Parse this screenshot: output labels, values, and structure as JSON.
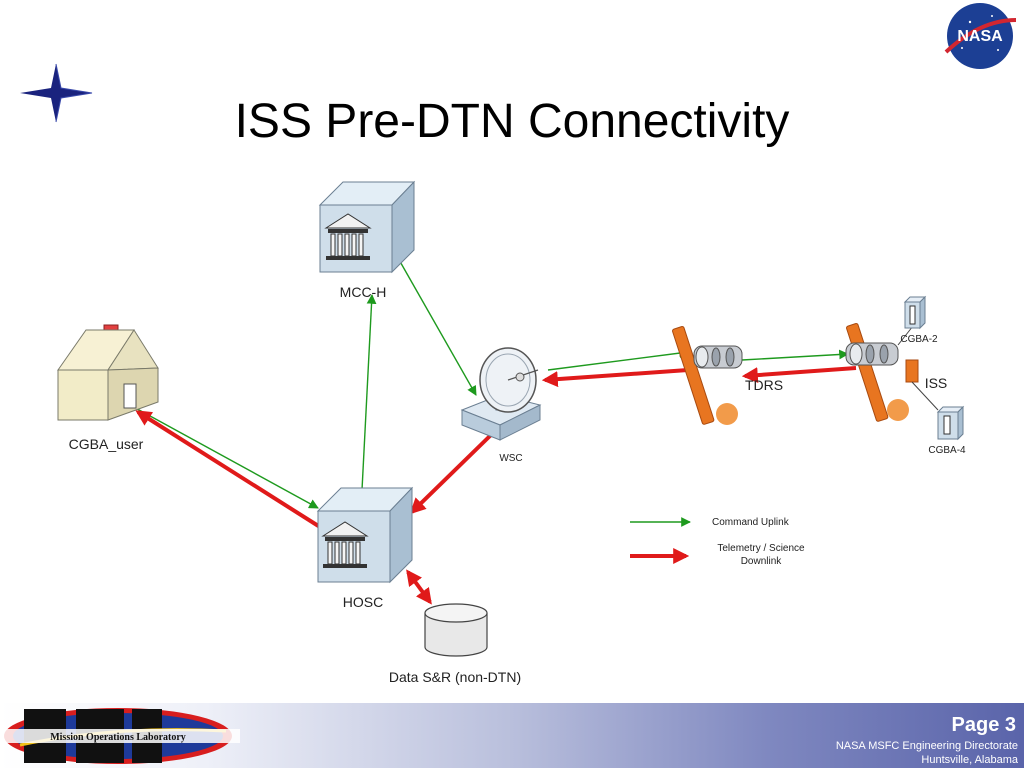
{
  "title": "ISS Pre-DTN Connectivity",
  "nodes": {
    "mcch": "MCC-H",
    "cgba_user": "CGBA_user",
    "hosc": "HOSC",
    "data_sr": "Data S&R (non-DTN)",
    "wsc": "WSC",
    "tdrs": "TDRS",
    "iss": "ISS",
    "cgba2": "CGBA-2",
    "cgba4": "CGBA-4"
  },
  "legend": {
    "command_uplink": "Command Uplink",
    "downlink_line1": "Telemetry / Science",
    "downlink_line2": "Downlink"
  },
  "colors": {
    "command_uplink": "#1e9a1e",
    "downlink": "#e01a1a",
    "footer_gradient_end": "#5a64aa"
  },
  "footer": {
    "page": "Page 3",
    "org": "NASA MSFC Engineering Directorate",
    "location": "Huntsville, Alabama",
    "mol_logo": "Mission Operations Laboratory"
  },
  "logos": {
    "nasa": "NASA"
  }
}
